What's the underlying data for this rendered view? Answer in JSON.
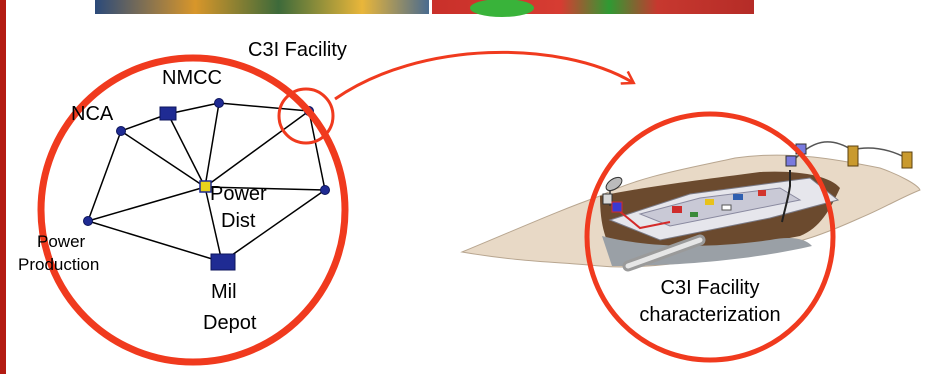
{
  "colors": {
    "accent_red": "#f03a1e",
    "side_bar": "#b31b12",
    "node_blue": "#1f2b93",
    "hub_yellow": "#e8d21a",
    "photo_left_hint": "#f2a21a",
    "photo_right_hint": "#d42a2a",
    "terrain": "#e8d9c6",
    "pit": "#6b4a2e"
  },
  "network": {
    "labels": {
      "c3i": "C3I Facility",
      "nmcc": "NMCC",
      "nca": "NCA",
      "power_dist_line1": "Power",
      "power_dist_line2": "Dist",
      "power_prod_line1": "Power",
      "power_prod_line2": "Production",
      "mil_line1": "Mil",
      "mil_line2": "Depot"
    }
  },
  "facility": {
    "caption_line1": "C3I Facility",
    "caption_line2": "characterization"
  },
  "icons": {
    "connector": "curved-arrow-icon",
    "antenna": "satellite-dish-icon",
    "hub": "hub-square-icon"
  }
}
